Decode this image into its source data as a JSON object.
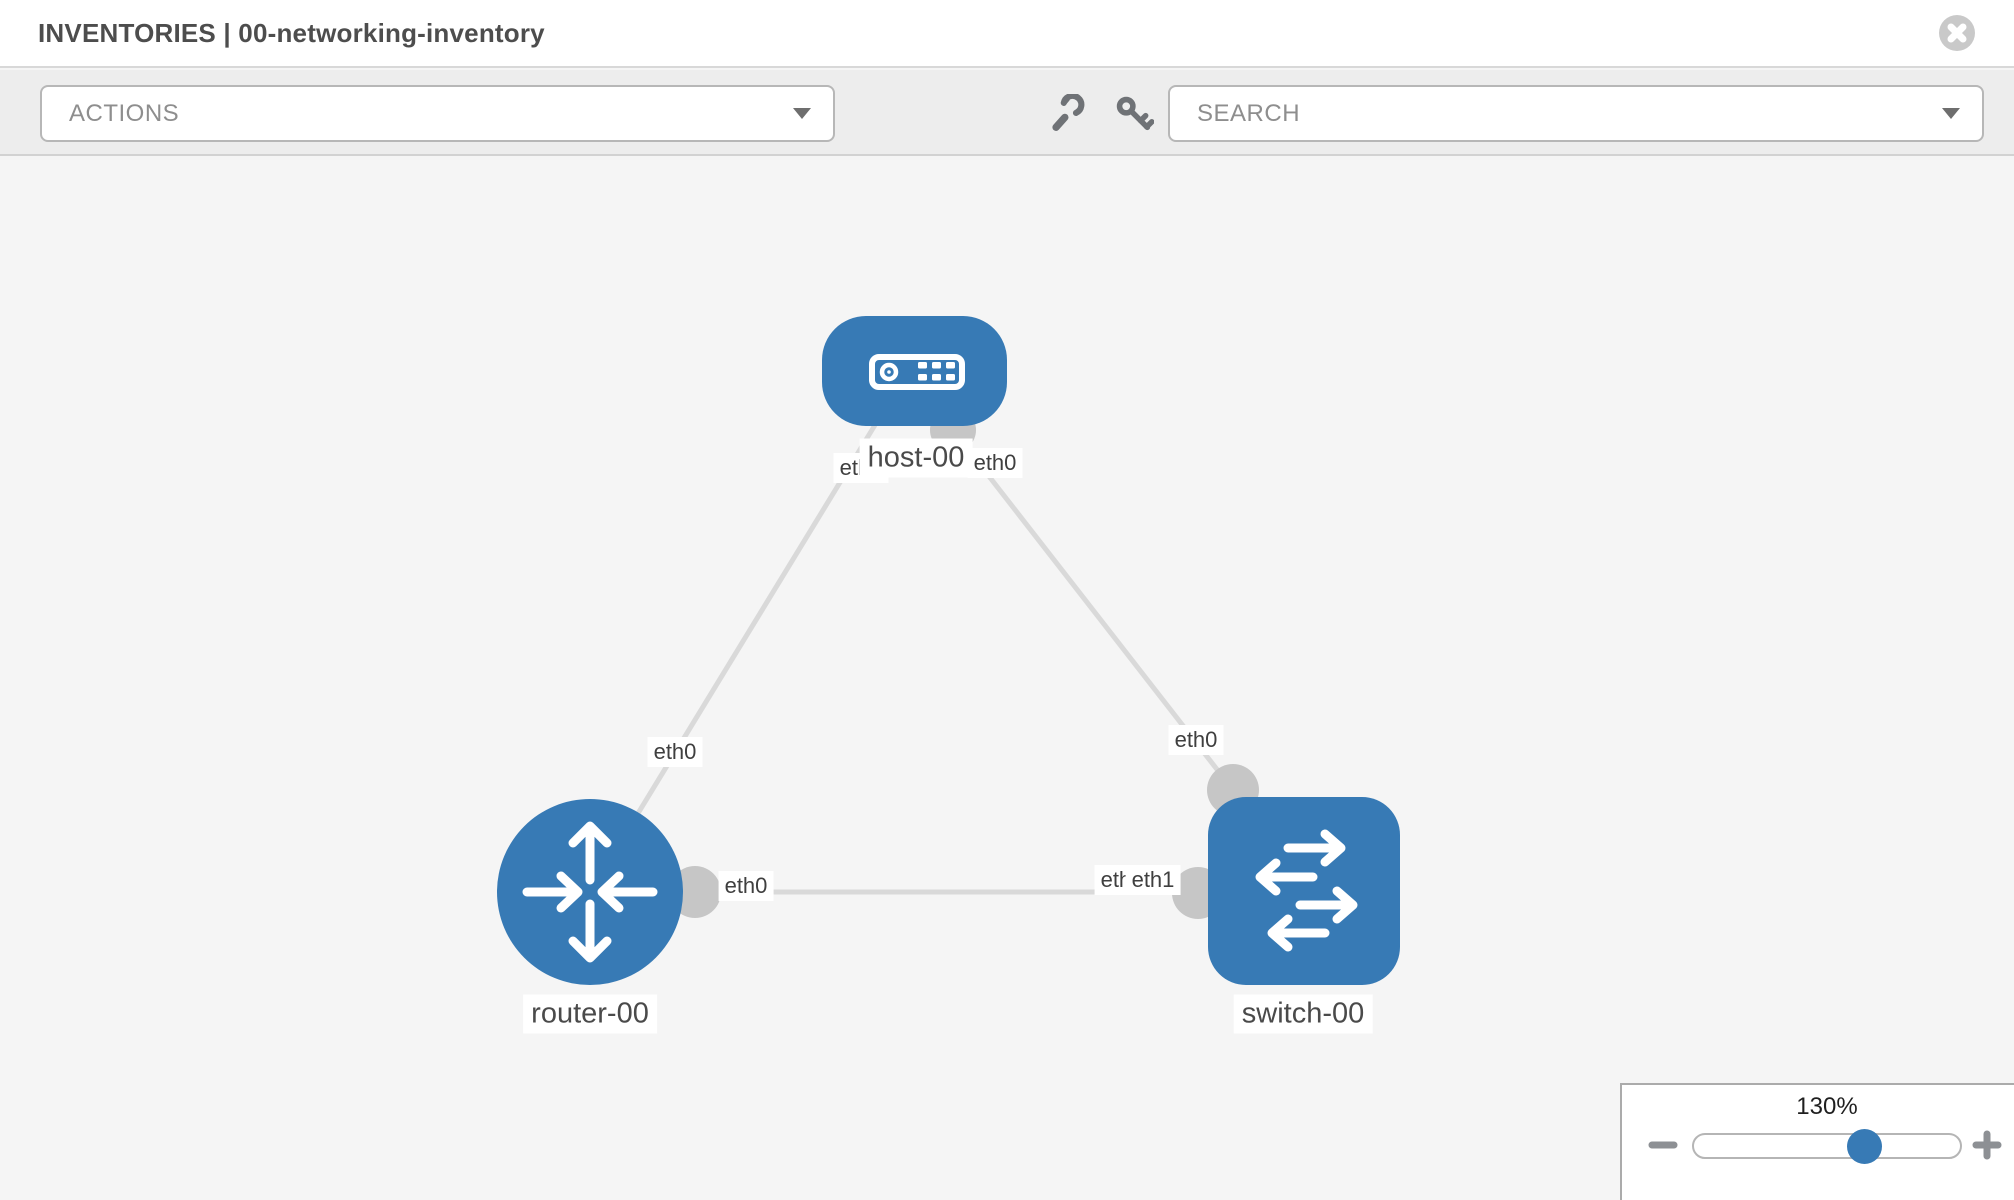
{
  "header": {
    "title": "INVENTORIES | 00-networking-inventory"
  },
  "toolbar": {
    "actions_label": "ACTIONS",
    "search_placeholder": "SEARCH"
  },
  "icons": {
    "close": "x-circle-icon",
    "dropdown": "chevron-down-icon",
    "wrench": "wrench-icon",
    "key": "key-icon",
    "minus": "minus-icon",
    "plus": "plus-icon"
  },
  "colors": {
    "node_blue": "#377ab5",
    "link_gray": "#d9d9d9",
    "connector_gray": "#c6c6c6",
    "canvas_bg": "#f5f5f5",
    "toolbar_bg": "#ededed"
  },
  "topology": {
    "nodes": [
      {
        "label": "host-00",
        "type": "host"
      },
      {
        "label": "router-00",
        "type": "router"
      },
      {
        "label": "switch-00",
        "type": "switch"
      }
    ],
    "links": [
      {
        "from": "host-00",
        "to": "router-00"
      },
      {
        "from": "host-00",
        "to": "switch-00"
      },
      {
        "from": "router-00",
        "to": "switch-00"
      }
    ],
    "interfaces": {
      "host_left": "eth0",
      "host_right": "eth0",
      "router_uplink": "eth0",
      "switch_uplink": "eth0",
      "router_link": "eth0",
      "switch_link_back": "eth0",
      "switch_link_front": "eth1"
    }
  },
  "zoom_control": {
    "value": "130%"
  }
}
